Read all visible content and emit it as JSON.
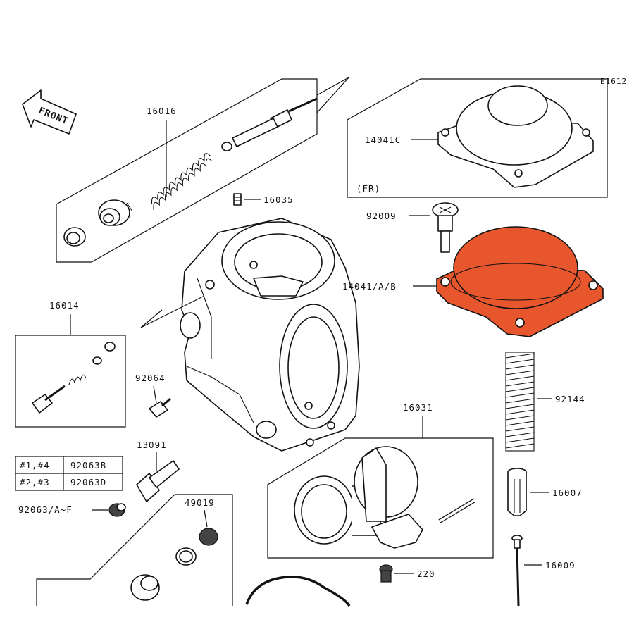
{
  "diagram": {
    "code": "E1612",
    "front_label": "FRONT",
    "variant_label": "(FR)",
    "highlight_color": "#e8562e",
    "parts": {
      "p16016": "16016",
      "p16035": "16035",
      "p14041c": "14041C",
      "p92009": "92009",
      "p14041ab": "14041/A/B",
      "p16014": "16014",
      "p92064": "92064",
      "p13091": "13091",
      "p16031": "16031",
      "p92144": "92144",
      "p16007": "16007",
      "p49019": "49019",
      "p92063a": "92063/A~F",
      "p220": "220",
      "p16009": "16009"
    },
    "jet_table": [
      {
        "cyl": "#1,#4",
        "part": "92063B"
      },
      {
        "cyl": "#2,#3",
        "part": "92063D"
      }
    ]
  }
}
